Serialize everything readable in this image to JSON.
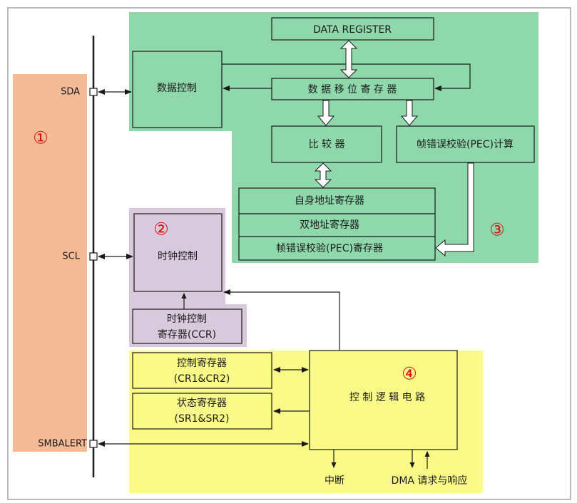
{
  "pins": {
    "sda": "SDA",
    "scl": "SCL",
    "smbalert": "SMBALERT"
  },
  "regions": {
    "r1": "①",
    "r2": "②",
    "r3": "③",
    "r4": "④"
  },
  "blocks": {
    "data_register": "DATA REGISTER",
    "data_control": "数据控制",
    "shift_register": "数 据 移 位 寄 存 器",
    "comparator": "比 较 器",
    "pec_calc": "帧错误校验(PEC)计算",
    "own_address": "自身地址寄存器",
    "dual_address": "双地址寄存器",
    "pec_register": "帧错误校验(PEC)寄存器",
    "clock_control": "时钟控制",
    "ccr_line1": "时钟控制",
    "ccr_line2": "寄存器(CCR)",
    "ctrl_reg_line1": "控制寄存器",
    "ctrl_reg_line2": "(CR1&CR2)",
    "status_reg_line1": "状态寄存器",
    "status_reg_line2": "(SR1&SR2)",
    "logic": "控 制 逻 辑 电 路"
  },
  "outputs": {
    "interrupt": "中断",
    "dma": "DMA 请求与响应"
  },
  "colors": {
    "zone1": "#f5bb97",
    "zone2": "#d8c9dd",
    "zone3": "#8fd8ac",
    "zone4": "#fafa88",
    "line": "#1a1a1a",
    "marker": "#d41010"
  }
}
